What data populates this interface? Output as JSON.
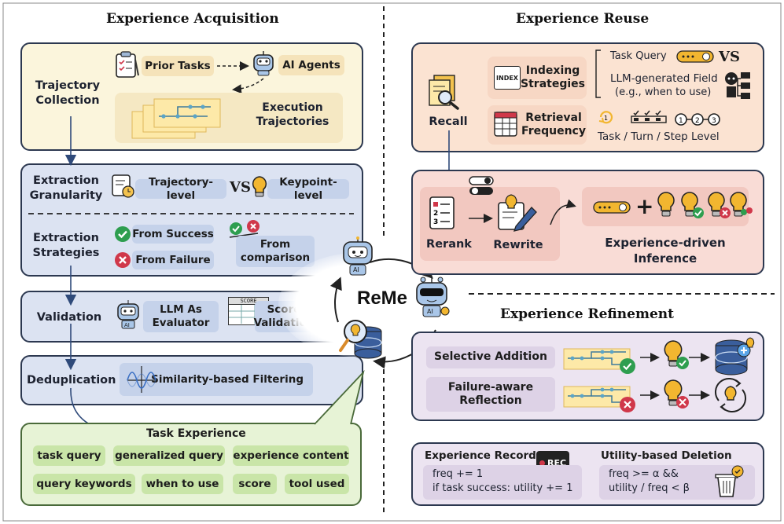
{
  "acquisition": {
    "title": "Experience Acquisition",
    "trajectory_collection": {
      "label": "Trajectory Collection",
      "prior_tasks": "Prior Tasks",
      "ai_agents": "AI Agents",
      "execution_trajectories": "Execution Trajectories"
    },
    "extraction_granularity": {
      "label": "Extraction Granularity",
      "trajectory_level": "Trajectory-level",
      "vs": "VS",
      "keypoint_level": "Keypoint-level"
    },
    "extraction_strategies": {
      "label": "Extraction Strategies",
      "from_success": "From Success",
      "from_failure": "From Failure",
      "from_comparison": "From comparison"
    },
    "validation": {
      "label": "Validation",
      "llm_evaluator": "LLM As Evaluator",
      "score_validation": "Score Validation",
      "score_badge": "SCORE"
    },
    "deduplication": {
      "label": "Deduplication",
      "similarity_filtering": "Similarity-based Filtering"
    },
    "task_experience": {
      "title": "Task Experience",
      "fields": [
        "task query",
        "generalized query",
        "experience content",
        "query keywords",
        "when to use",
        "score",
        "tool used"
      ]
    }
  },
  "center": {
    "name": "ReMe",
    "ai_badge": "AI"
  },
  "reuse": {
    "title": "Experience Reuse",
    "recall": "Recall",
    "index_badge": "INDEX",
    "indexing_strategies": "Indexing Strategies",
    "retrieval_frequency": "Retrieval Frequency",
    "task_query": "Task Query",
    "vs": "VS",
    "llm_field": "LLM-generated Field",
    "llm_field_example": "(e.g., when to use)",
    "levels": "Task / Turn / Step Level",
    "rerank": "Rerank",
    "rewrite": "Rewrite",
    "plus": "+",
    "inference": "Experience-driven Inference"
  },
  "refinement": {
    "title": "Experience Refinement",
    "selective_addition": "Selective Addition",
    "failure_reflection": "Failure-aware Reflection",
    "record": {
      "title": "Experience Record",
      "badge": "REC",
      "line1": "freq += 1",
      "line2": "if task success: utility += 1"
    },
    "deletion": {
      "title": "Utility-based Deletion",
      "line1": "freq >= α &&",
      "line2": "utility / freq < β"
    }
  },
  "colors": {
    "acq_bg": "#fbf5dc",
    "acq_panel": "#dce3f2",
    "green_panel": "#e7f3d6",
    "reuse_bg": "#fbe3d2",
    "reuse_inner": "#f7d7c4",
    "rerank_bg": "#f9dcd6",
    "refine_bg": "#ece4f1",
    "success": "#2e9e4f",
    "failure": "#d0384a",
    "bulb": "#f2b630"
  }
}
